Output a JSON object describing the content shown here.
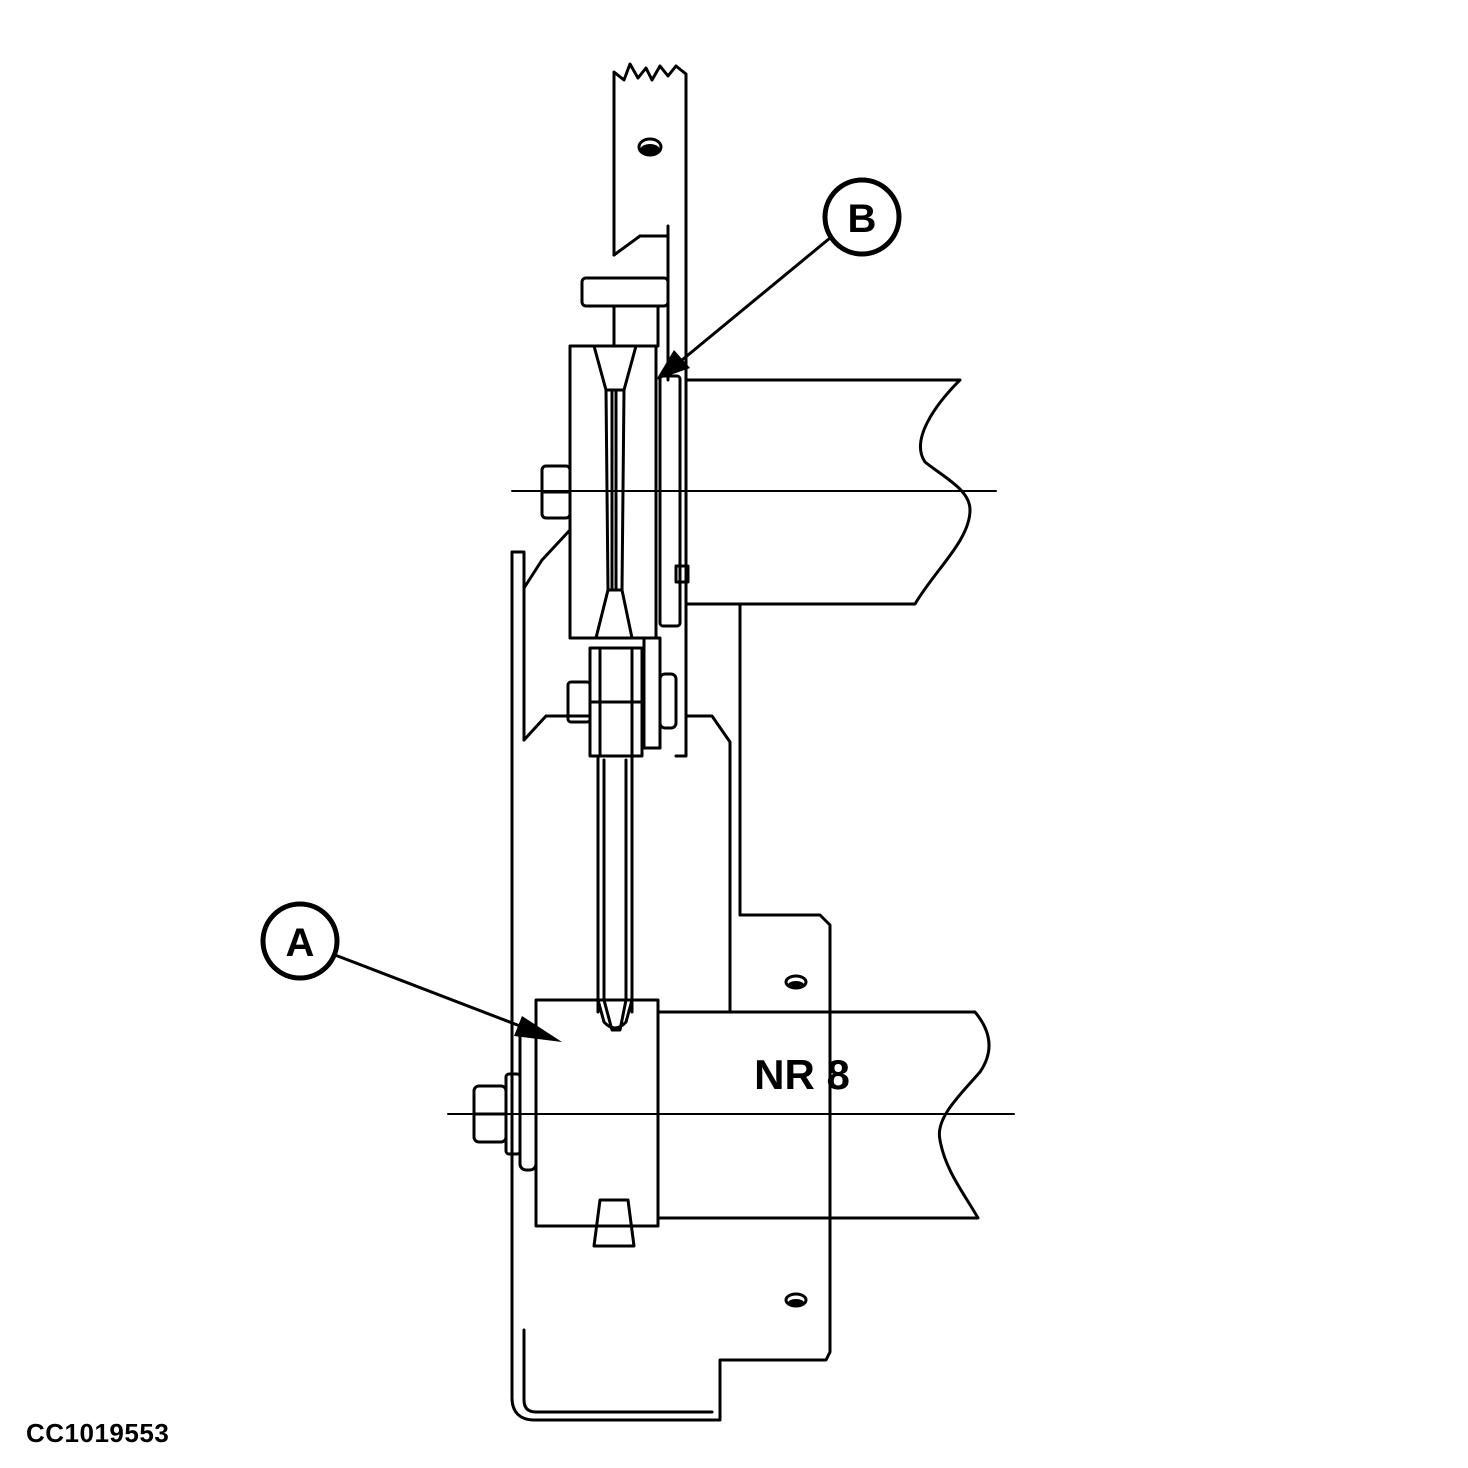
{
  "figure_id": "CC1019553",
  "callouts": {
    "a": "A",
    "b": "B"
  },
  "part_label": "NR 8",
  "colors": {
    "ink": "#000000",
    "paper": "#ffffff"
  }
}
